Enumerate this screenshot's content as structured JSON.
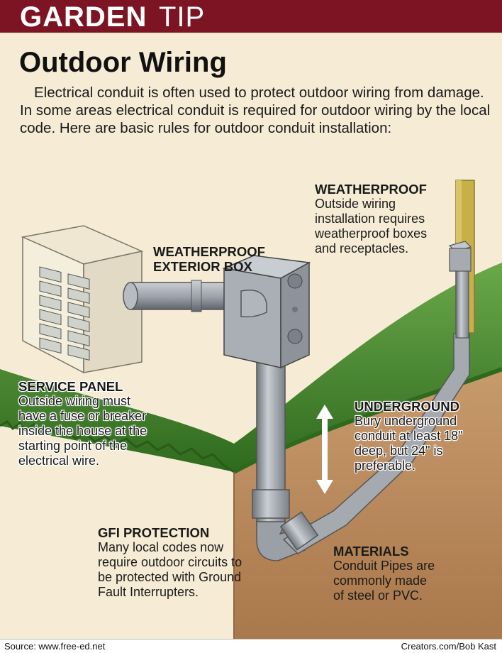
{
  "header": {
    "word1": "GARDEN",
    "word2": "TIP"
  },
  "title": "Outdoor Wiring",
  "intro": "Electrical conduit is often used to protect outdoor wiring from damage. In some areas electrical conduit is required for outdoor wiring by the local code. Here are basic rules for outdoor conduit installation:",
  "labels": {
    "weatherproof": {
      "heading": "WEATHERPROOF",
      "lines": [
        "Outside wiring",
        "installation requires",
        "weatherproof boxes",
        "and receptacles."
      ]
    },
    "exterior_box": {
      "line1": "WEATHERPROOF",
      "line2": "EXTERIOR BOX"
    },
    "service_panel": {
      "heading": "SERVICE PANEL",
      "lines": [
        "Outside wiring must",
        "have a fuse or breaker",
        "inside the house at the",
        "starting point of the",
        "electrical wire."
      ]
    },
    "underground": {
      "heading": "UNDERGROUND",
      "lines": [
        "Bury underground",
        "conduit at least 18\"",
        "deep, but 24\" is",
        "preferable."
      ]
    },
    "gfi": {
      "heading": "GFI PROTECTION",
      "lines": [
        "Many local codes now",
        "require outdoor circuits to",
        "be protected with Ground",
        "Fault Interrupters."
      ]
    },
    "materials": {
      "heading": "MATERIALS",
      "lines": [
        "Conduit Pipes are",
        "commonly made",
        "of steel or PVC."
      ]
    }
  },
  "footer": {
    "source": "Source: www.free-ed.net",
    "credit": "Creators.com/Bob Kast"
  },
  "colors": {
    "header": "#7d1423",
    "background": "#f6ecd6",
    "grass": "#4c8a2e",
    "soil": "#b98a5e",
    "conduit": "#9aa0a6",
    "post": "#c8b048"
  }
}
